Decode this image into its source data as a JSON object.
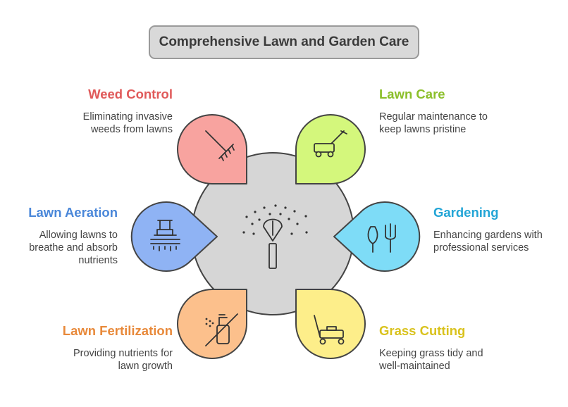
{
  "title": "Comprehensive Lawn and Garden Care",
  "items": [
    {
      "key": "weed-control",
      "title": "Weed Control",
      "description": "Eliminating invasive weeds from lawns",
      "color": "#e05a5a",
      "fill": "#f8a39f",
      "icon": "rake-icon"
    },
    {
      "key": "lawn-care",
      "title": "Lawn Care",
      "description": "Regular maintenance to keep lawns pristine",
      "color": "#8bbf2a",
      "fill": "#d4f77c",
      "icon": "lawn-mower-icon"
    },
    {
      "key": "lawn-aeration",
      "title": "Lawn Aeration",
      "description": "Allowing lawns to breathe and absorb nutrients",
      "color": "#4a87d9",
      "fill": "#8fb3f4",
      "icon": "aerator-icon"
    },
    {
      "key": "gardening",
      "title": "Gardening",
      "description": "Enhancing gardens with professional services",
      "color": "#23a5d6",
      "fill": "#7edcf7",
      "icon": "garden-tools-icon"
    },
    {
      "key": "lawn-fertilization",
      "title": "Lawn Fertilization",
      "description": "Providing nutrients for lawn growth",
      "color": "#e8893a",
      "fill": "#fcc08c",
      "icon": "no-spray-icon"
    },
    {
      "key": "grass-cutting",
      "title": "Grass Cutting",
      "description": "Keeping grass tidy and well-maintained",
      "color": "#d9c21d",
      "fill": "#fdee8a",
      "icon": "push-mower-icon"
    }
  ],
  "center": {
    "icon": "sprinkler-icon",
    "color": "#d6d6d6"
  }
}
